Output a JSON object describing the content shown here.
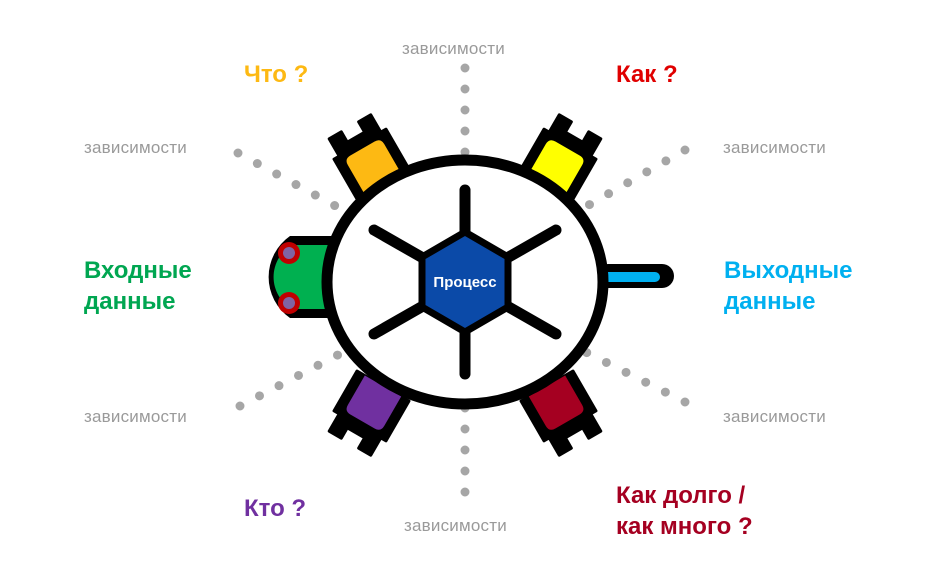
{
  "center": {
    "label": "Процесс"
  },
  "labels": {
    "what": "Что ?",
    "how": "Как ?",
    "who": "Кто ?",
    "how_long": "Как долго /\nкак много ?",
    "inputs": "Входные\nданные",
    "outputs": "Выходные\nданные"
  },
  "dependencies": {
    "top": "зависимости",
    "bottom": "зависимости",
    "upper_left": "зависимости",
    "upper_right": "зависимости",
    "lower_left": "зависимости",
    "lower_right": "зависимости"
  },
  "colors": {
    "what": "#fdb913",
    "how": "#ffff00",
    "who": "#7030a0",
    "how_long": "#a50021",
    "inputs": "#00b050",
    "outputs": "#00b0f0",
    "process": "#0b4aa8",
    "dependencies": "#a6a6a6",
    "outline": "#000000"
  }
}
